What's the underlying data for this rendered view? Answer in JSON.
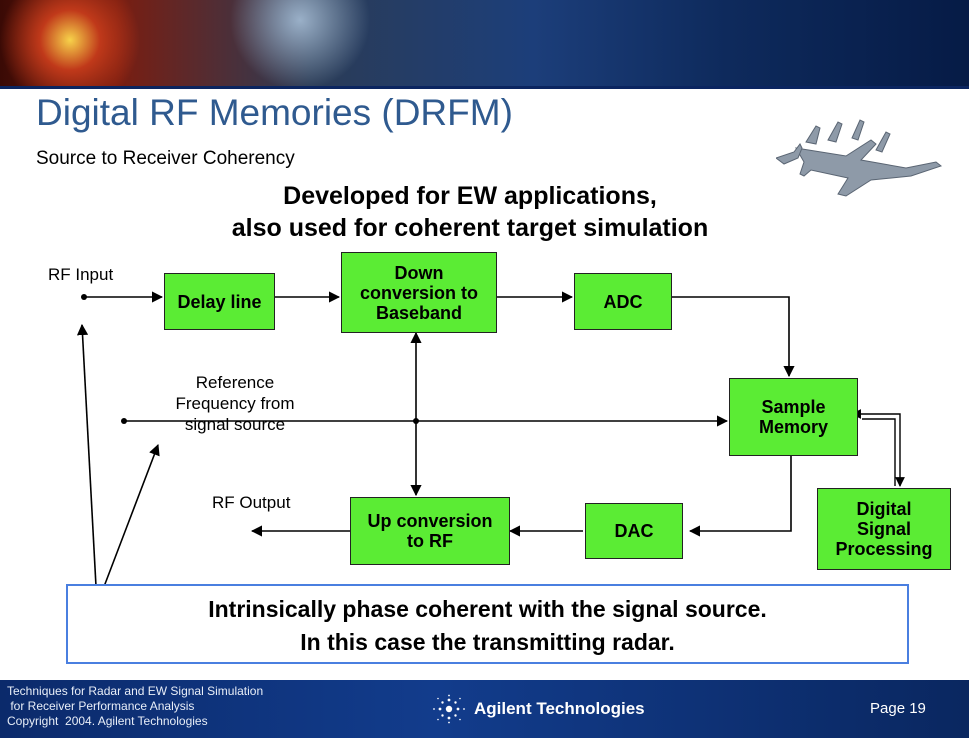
{
  "title": "Digital RF Memories (DRFM)",
  "subtitle": "Source to Receiver Coherency",
  "heading": {
    "line1": "Developed for EW applications,",
    "line2": "also used for coherent target simulation"
  },
  "blocks": {
    "delay_line": "Delay line",
    "down_conversion": [
      "Down",
      "conversion to",
      "Baseband"
    ],
    "adc": "ADC",
    "sample_memory": [
      "Sample",
      "Memory"
    ],
    "dsp": [
      "Digital",
      "Signal",
      "Processing"
    ],
    "dac": "DAC",
    "up_conversion": [
      "Up conversion",
      "to RF"
    ]
  },
  "labels": {
    "rf_input": "RF Input",
    "reference": [
      "Reference",
      "Frequency from",
      "signal source"
    ],
    "rf_output": "RF Output"
  },
  "callout": {
    "line1": "Intrinsically phase coherent with the signal source.",
    "line2": "In this case the transmitting radar."
  },
  "footer": {
    "line1": "Techniques for Radar and EW Signal Simulation",
    "line2": " for Receiver Performance Analysis",
    "line3": "Copyright  2004. Agilent Technologies",
    "brand": "Agilent Technologies",
    "page": "Page 19"
  },
  "colors": {
    "block_fill": "#5bec34",
    "title": "#2f5a8f",
    "callout_border": "#4a7fe0",
    "footer": "#0b2a6b"
  },
  "icons": [
    "jet-aircraft-illustration",
    "agilent-spark-logo"
  ]
}
